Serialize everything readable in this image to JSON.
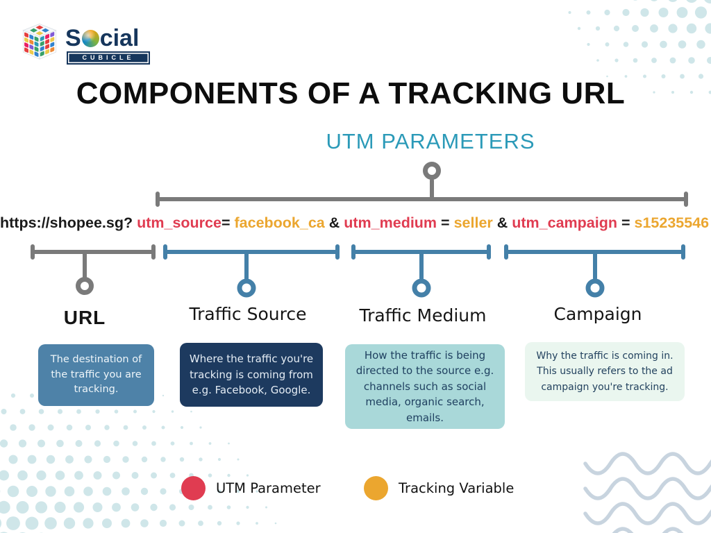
{
  "logo": {
    "brand": "Social",
    "brand_s": "S",
    "brand_rest": "cial",
    "sub": "CUBICLE"
  },
  "title": "COMPONENTS OF A TRACKING URL",
  "subtitle": "UTM PARAMETERS",
  "url": {
    "full": "https://shopee.sg? utm_source= facebook_ca & utm_medium = seller & utm_campaign = s15235546",
    "segments": [
      {
        "text": "https://shopee.sg? ",
        "type": "base"
      },
      {
        "text": "utm_source",
        "type": "param"
      },
      {
        "text": "= ",
        "type": "base"
      },
      {
        "text": "facebook_ca",
        "type": "variable"
      },
      {
        "text": " & ",
        "type": "base"
      },
      {
        "text": "utm_medium",
        "type": "param"
      },
      {
        "text": " = ",
        "type": "base"
      },
      {
        "text": "seller",
        "type": "variable"
      },
      {
        "text": " & ",
        "type": "base"
      },
      {
        "text": "utm_campaign",
        "type": "param"
      },
      {
        "text": " = ",
        "type": "base"
      },
      {
        "text": "s15235546",
        "type": "variable"
      }
    ]
  },
  "components": [
    {
      "label": "URL",
      "description": "The destination of the traffic you are tracking.",
      "scheme": "gray"
    },
    {
      "label": "Traffic Source",
      "description": "Where the traffic you're tracking is coming from e.g. Facebook, Google.",
      "scheme": "navy"
    },
    {
      "label": "Traffic Medium",
      "description": "How the traffic is being directed to the source e.g. channels such as social media, organic search, emails.",
      "scheme": "light-teal"
    },
    {
      "label": "Campaign",
      "description": "Why the traffic is coming in. This usually refers to the ad campaign you're tracking.",
      "scheme": "mint"
    }
  ],
  "legend": [
    {
      "label": "UTM Parameter",
      "swatch_color": "#e03c51"
    },
    {
      "label": "Tracking Variable",
      "swatch_color": "#eba62f"
    }
  ],
  "colors": {
    "red": "#e03c51",
    "orange": "#eba62f",
    "teal": "#2b9ab8",
    "gray": "#7a7a7a",
    "blue": "#4480a8",
    "navy": "#1d3a5f",
    "steel_box": "#4e82a8",
    "light_teal_box": "#a9d8d9",
    "mint_box": "#eaf6ef",
    "dots": "#cfe6e9",
    "waves": "#c8d4df",
    "title_text": "#0d0d0d",
    "logo_navy": "#16365c"
  }
}
